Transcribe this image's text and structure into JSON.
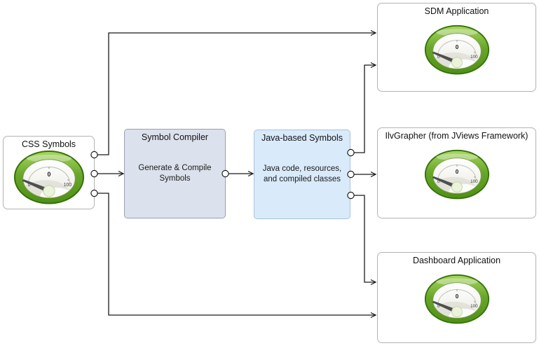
{
  "nodes": {
    "css_symbols": {
      "title": "CSS Symbols"
    },
    "symbol_compiler": {
      "title": "Symbol Compiler",
      "body": "Generate & Compile\nSymbols"
    },
    "java_symbols": {
      "title": "Java-based Symbols",
      "body": "Java code, resources,\nand compiled classes"
    },
    "sdm_application": {
      "title": "SDM Application"
    },
    "ilv_grapher": {
      "title": "IlvGrapher (from JViews Framework)"
    },
    "dashboard_application": {
      "title": "Dashboard Application"
    }
  },
  "gauge": {
    "value": "0",
    "min": "0",
    "max": "100"
  },
  "edges": [
    {
      "from": "css_symbols",
      "to": "sdm_application"
    },
    {
      "from": "css_symbols",
      "to": "symbol_compiler"
    },
    {
      "from": "css_symbols",
      "to": "dashboard_application"
    },
    {
      "from": "symbol_compiler",
      "to": "java_symbols"
    },
    {
      "from": "java_symbols",
      "to": "sdm_application"
    },
    {
      "from": "java_symbols",
      "to": "ilv_grapher"
    },
    {
      "from": "java_symbols",
      "to": "dashboard_application"
    }
  ],
  "colors": {
    "compiler_fill": "#dce2ed",
    "java_fill": "#d9eafa",
    "plain_box_border": "#b3b3b3",
    "connector": "#1a1a1a",
    "gauge_green_light": "#a8d75e",
    "gauge_green_dark": "#4f8f15",
    "gauge_ring_border": "#337009"
  }
}
